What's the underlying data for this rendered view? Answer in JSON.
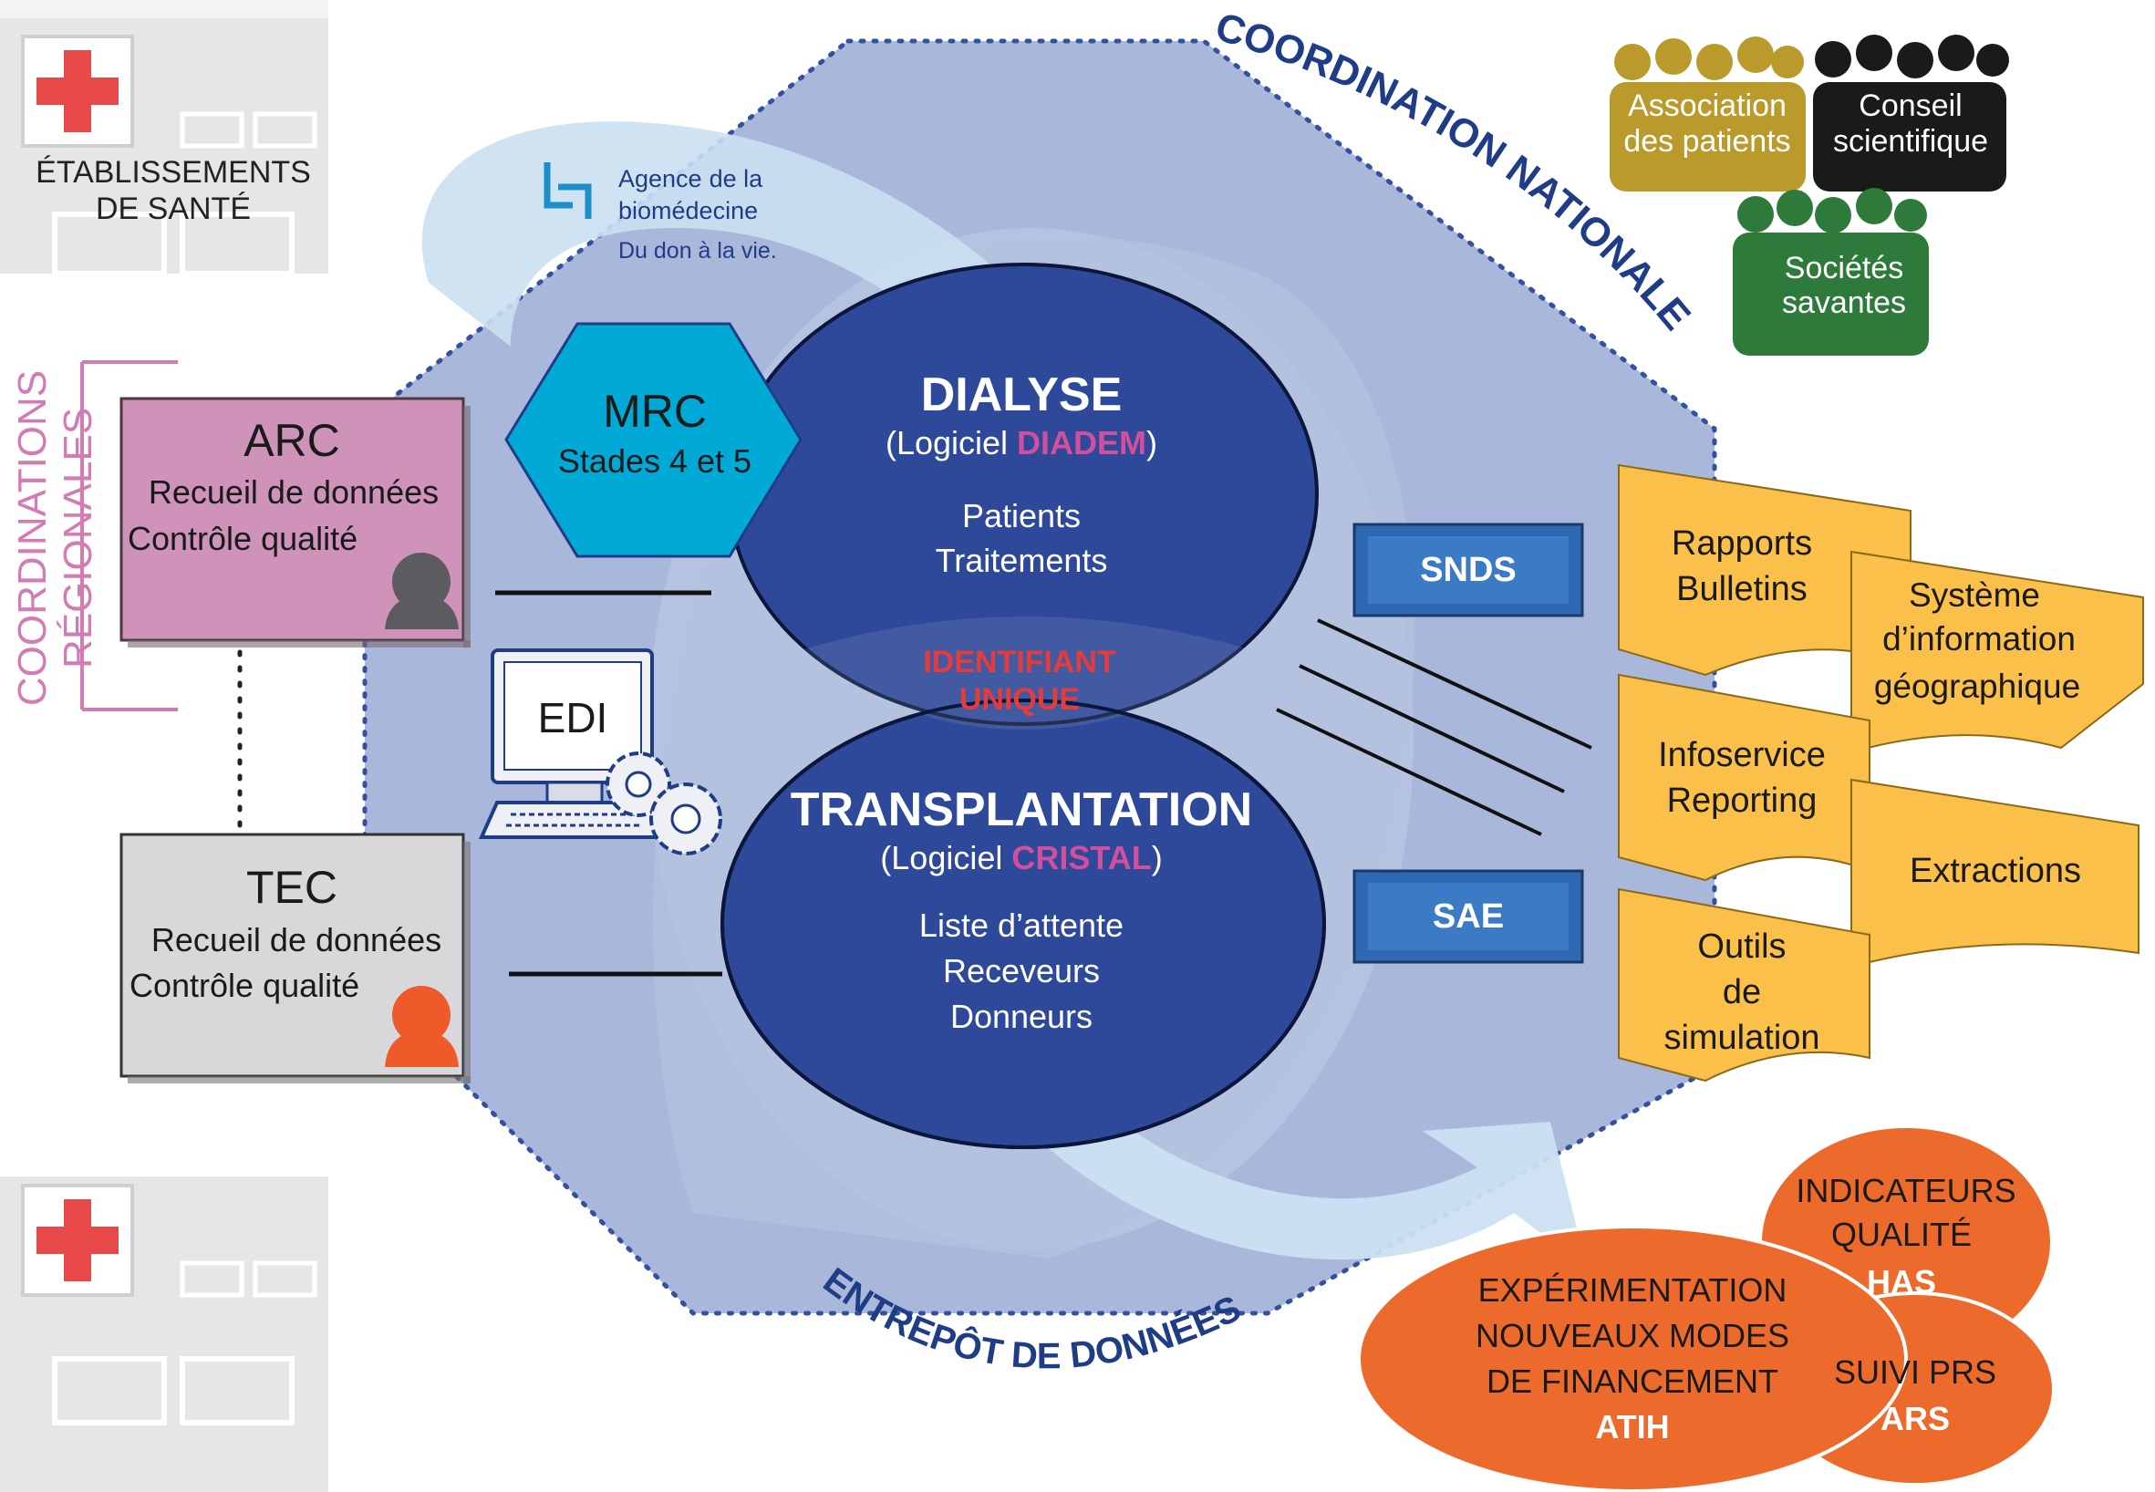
{
  "colors": {
    "hexagon": "#a9b8da",
    "ellipse": "#2e4999",
    "pink_box": "#cf93b9",
    "gray_box": "#d8d8da",
    "cyan_hex": "#00a9d6",
    "folder": "#fbc04a",
    "orange": "#ec6a2c",
    "accent_pink": "#d14f9c",
    "accent_red": "#e53b3b",
    "snds_blue": "#2e68b2"
  },
  "top_left": {
    "line1": "ÉTABLISSEMENTS",
    "line2": "DE SANTÉ"
  },
  "regional": {
    "line1": "COORDINATIONS",
    "line2": "RÉGIONALES"
  },
  "agence": {
    "name1": "Agence",
    "name1b": "de la",
    "name2": "biomédecine",
    "tagline": "Du don à la vie."
  },
  "arc": {
    "title": "ARC",
    "line1": "Recueil de données",
    "line2": "Contrôle qualité"
  },
  "tec": {
    "title": "TEC",
    "line1": "Recueil de données",
    "line2": "Contrôle qualité"
  },
  "mrc": {
    "title": "MRC",
    "subtitle": "Stades 4 et 5"
  },
  "edi": {
    "label": "EDI"
  },
  "dialyse": {
    "title": "DIALYSE",
    "logiciel_pre": "(Logiciel ",
    "logiciel_name": "DIADEM",
    "logiciel_post": ")",
    "line1": "Patients",
    "line2": "Traitements"
  },
  "identifiant": {
    "line1": "IDENTIFIANT",
    "line2": "UNIQUE"
  },
  "transplantation": {
    "title": "TRANSPLANTATION",
    "logiciel_pre": "(Logiciel ",
    "logiciel_name": "CRISTAL",
    "logiciel_post": ")",
    "line1": "Liste d’attente",
    "line2": "Receveurs",
    "line3": "Donneurs"
  },
  "coordination_nationale": "COORDINATION NATIONALE",
  "entrepot": "ENTREPÔT DE DONNÉES",
  "snds": "SNDS",
  "sae": "SAE",
  "groups": {
    "association": {
      "line1": "Association",
      "line2": "des patients"
    },
    "conseil": {
      "line1": "Conseil",
      "line2": "scientifique"
    },
    "societes": {
      "line1": "Sociétés",
      "line2": "savantes"
    }
  },
  "outputs": {
    "rapports": {
      "line1": "Rapports",
      "line2": "Bulletins"
    },
    "sig": {
      "line1": "Système",
      "line2": "d’information",
      "line3": "géographique"
    },
    "infoservice": {
      "line1": "Infoservice",
      "line2": "Reporting"
    },
    "extractions": "Extractions",
    "outils": {
      "line1": "Outils",
      "line2": "de",
      "line3": "simulation"
    }
  },
  "partners": {
    "indicateurs": {
      "line1": "INDICATEURS",
      "line2": "QUALITÉ",
      "org": "HAS"
    },
    "experimentation": {
      "line1": "EXPÉRIMENTATION",
      "line2": "NOUVEAUX MODES",
      "line3": "DE FINANCEMENT",
      "org": "ATIH"
    },
    "suivi": {
      "line1": "SUIVI PRS",
      "org": "ARS"
    }
  }
}
